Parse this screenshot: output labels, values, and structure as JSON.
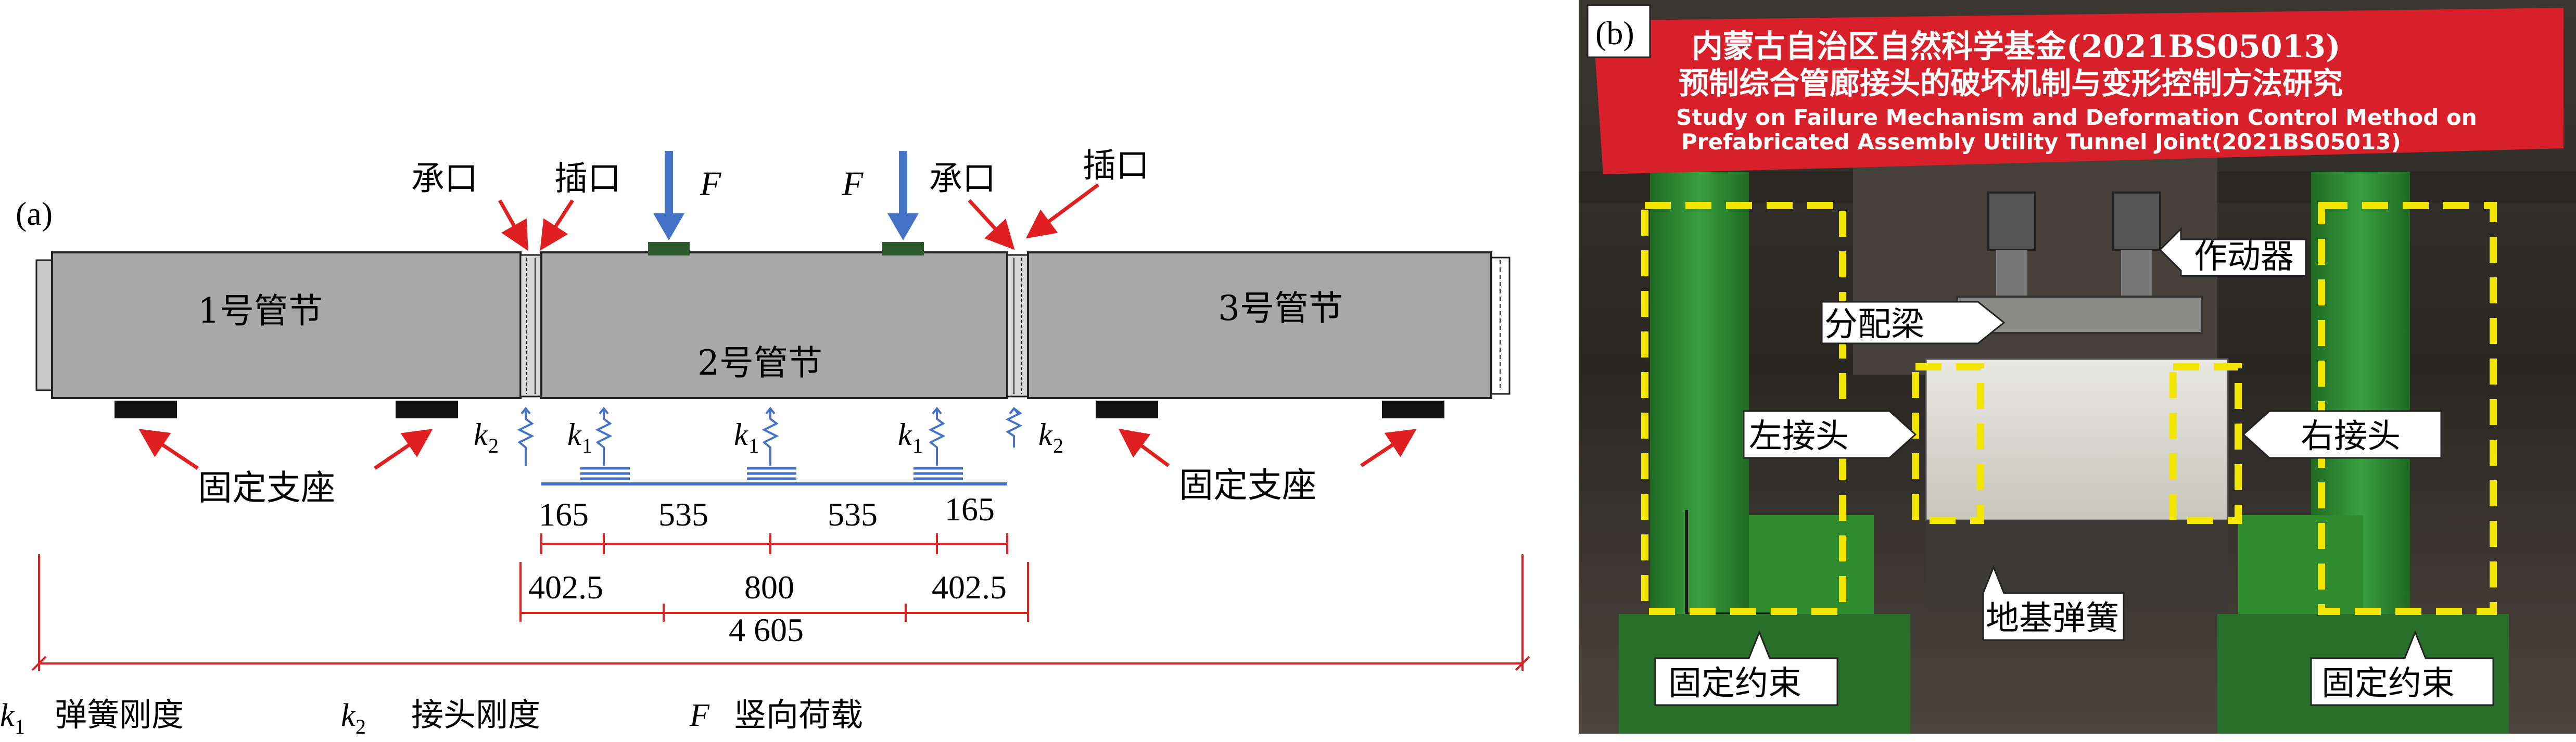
{
  "panel_a": {
    "tag": "(a)",
    "pipe1": "1号管节",
    "pipe2": "2号管节",
    "pipe3": "3号管节",
    "bell_label": "承口",
    "spigot_label": "插口",
    "force_symbol": "F",
    "k1_symbol": "k",
    "k1_sub": "1",
    "k2_symbol": "k",
    "k2_sub": "2",
    "support_label": "固定支座",
    "dims_row1": [
      "165",
      "535",
      "535",
      "165"
    ],
    "dims_row2": [
      "402.5",
      "800",
      "402.5"
    ],
    "dims_total": "4 605",
    "legend": [
      {
        "symbol": "k",
        "sub": "1",
        "text": "弹簧刚度"
      },
      {
        "symbol": "k",
        "sub": "2",
        "text": "接头刚度"
      },
      {
        "symbol": "F",
        "sub": "",
        "text": "竖向荷载"
      }
    ],
    "colors": {
      "pipe_fill": "#a8a8a8",
      "force_arrow": "#4472c4",
      "pointer_arrow": "#e02020",
      "spring": "#4472c4",
      "load_plate": "#2d5a2d",
      "support": "#111111"
    }
  },
  "panel_b": {
    "tag": "(b)",
    "banner_line1": "内蒙古自治区自然科学基金(2021BS05013)",
    "banner_line2": "预制综合管廊接头的破坏机制与变形控制方法研究",
    "banner_line3": "Study on Failure Mechanism and Deformation Control Method on",
    "banner_line4": "Prefabricated Assembly Utility Tunnel Joint(2021BS05013)",
    "callouts": {
      "actuator": "作动器",
      "distribution_beam": "分配梁",
      "left_joint": "左接头",
      "right_joint": "右接头",
      "foundation_spring": "地基弹簧",
      "fixed_left": "固定约束",
      "fixed_right": "固定约束"
    },
    "colors": {
      "banner": "#d8202a",
      "frame": "#2e8b2e",
      "dashed_box": "#f2e600"
    }
  }
}
